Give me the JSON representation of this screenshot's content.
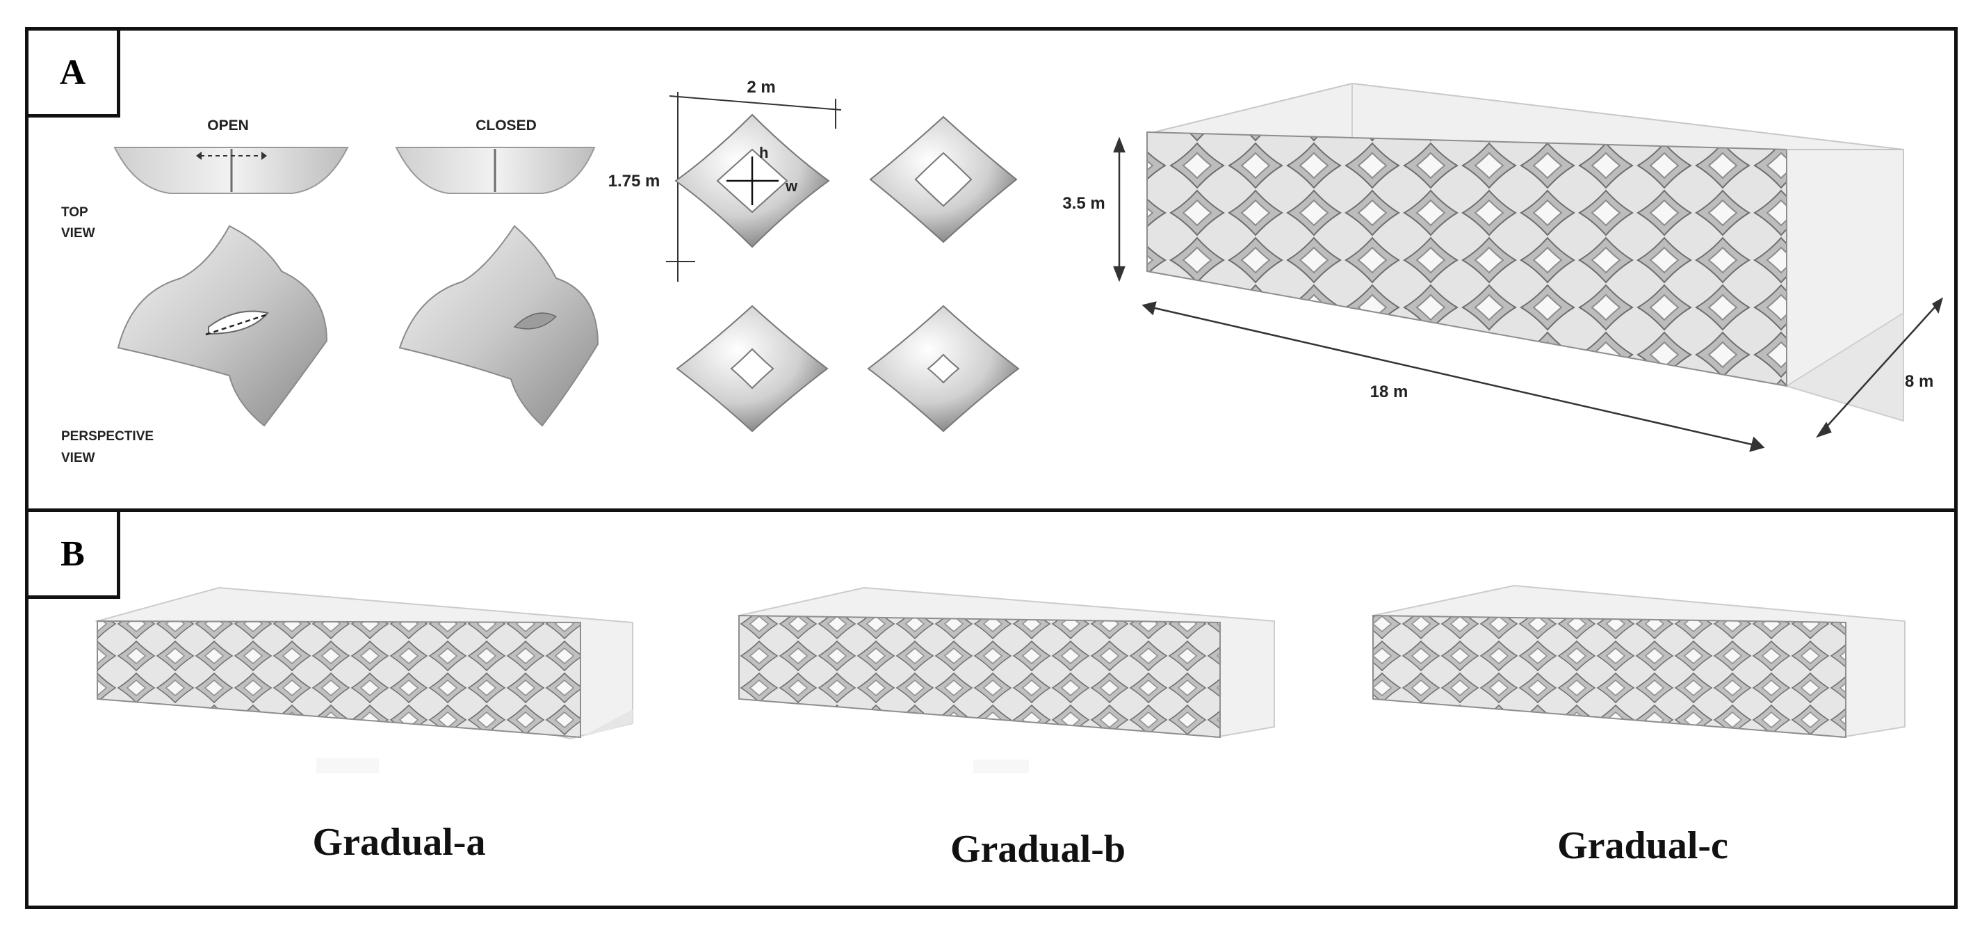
{
  "panels": {
    "a": {
      "tag": "A"
    },
    "b": {
      "tag": "B"
    }
  },
  "module_views": {
    "open": "OPEN",
    "closed": "CLOSED",
    "top_view": [
      "TOP",
      "VIEW"
    ],
    "perspective_view": [
      "PERSPECTIVE",
      "VIEW"
    ]
  },
  "module_dims": {
    "width": "2 m",
    "height": "1.75 m",
    "h": "h",
    "w": "w"
  },
  "box_dims": {
    "height": "3.5 m",
    "length": "18 m",
    "depth": "8 m"
  },
  "variants": [
    "Gradual-a",
    "Gradual-b",
    "Gradual-c"
  ]
}
